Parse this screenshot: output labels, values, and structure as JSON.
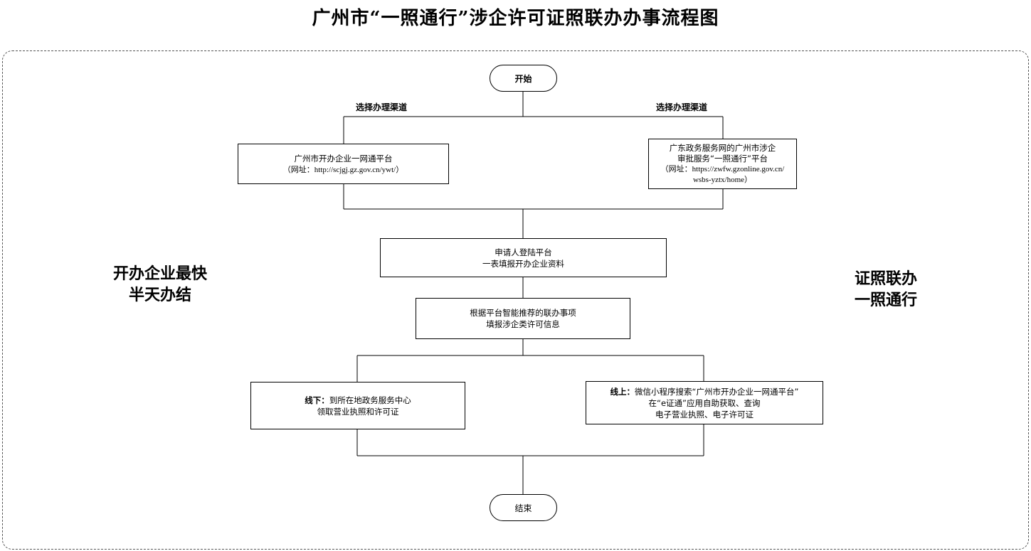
{
  "title": "广州市“一照通行”涉企许可证照联办办事流程图",
  "start": "开始",
  "end": "结束",
  "channel_label_left": "选择办理渠道",
  "channel_label_right": "选择办理渠道",
  "left_platform": {
    "line1": "广州市开办企业一网通平台",
    "line2": "（网址：http://scjgj.gz.gov.cn/ywt/）"
  },
  "right_platform": {
    "line1": "广东政务服务网的广州市涉企",
    "line2": "审批服务“一照通行”平台",
    "line3": "（网址：https://zwfw.gzonline.gov.cn/",
    "line4": "wsbs-yztx/home）"
  },
  "step_login": {
    "line1": "申请人登陆平台",
    "line2": "一表填报开办企业资料"
  },
  "step_recommend": {
    "line1": "根据平台智能推荐的联办事项",
    "line2": "填报涉企类许可信息"
  },
  "offline": {
    "prefix": "线下：",
    "line1": "到所在地政务服务中心",
    "line2": "领取营业执照和许可证"
  },
  "online": {
    "prefix": "线上：",
    "line1": "微信小程序搜索“广州市开办企业一网通平台”",
    "line2": "在“e证通”应用自助获取、查询",
    "line3": "电子营业执照、电子许可证"
  },
  "side_left": {
    "line1": "开办企业最快",
    "line2": "半天办结"
  },
  "side_right": {
    "line1": "证照联办",
    "line2": "一照通行"
  }
}
